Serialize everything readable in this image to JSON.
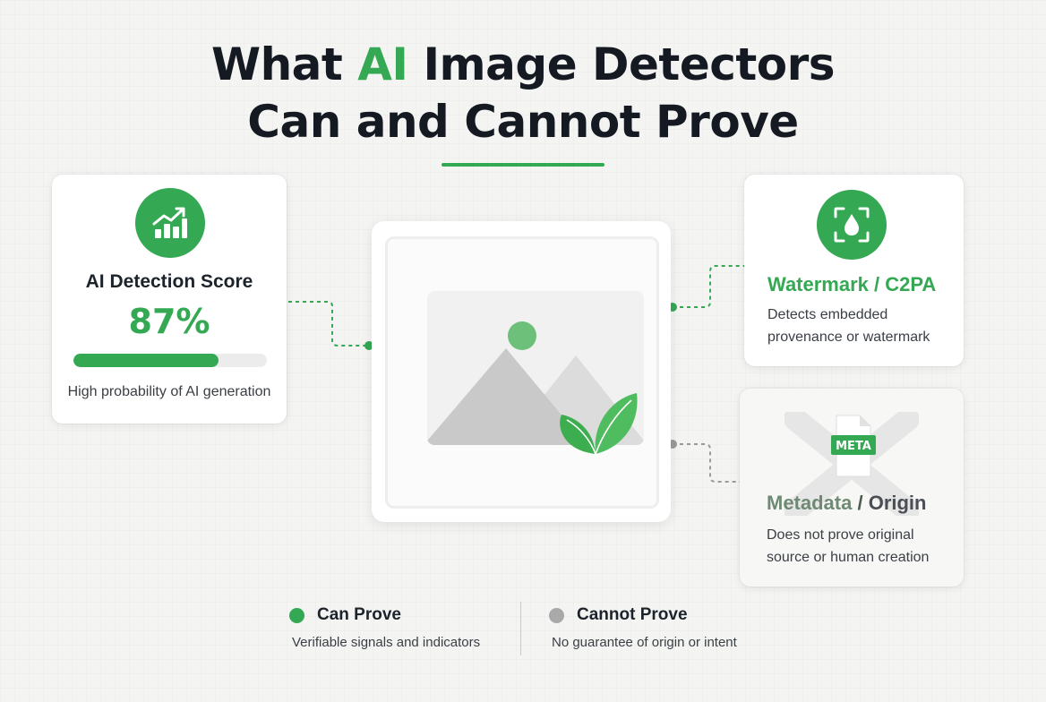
{
  "title": {
    "line1_before": "What ",
    "line1_accent": "AI",
    "line1_after": " Image Detectors",
    "line2": "Can and Cannot Prove"
  },
  "score_card": {
    "icon": "chart-growth-icon",
    "label": "AI Detection Score",
    "value": "87%",
    "progress_percent": 75,
    "caption": "High probability of AI generation"
  },
  "watermark_card": {
    "icon": "watermark-drop-icon",
    "heading": "Watermark / C2PA",
    "text": "Detects embedded provenance or watermark"
  },
  "metadata_card": {
    "icon": "meta-file-icon",
    "icon_label": "META",
    "heading_main": "Metadata",
    "heading_sep": " / ",
    "heading_tail": "Origin",
    "text": "Does not prove original source or human creation"
  },
  "center_image": {
    "icon": "image-placeholder-icon"
  },
  "legend": {
    "can": {
      "title": "Can Prove",
      "desc": "Verifiable signals and indicators",
      "color": "#34a853"
    },
    "cannot": {
      "title": "Cannot Prove",
      "desc": "No guarantee of origin or intent",
      "color": "#a9a9a9"
    }
  },
  "colors": {
    "accent": "#34a853",
    "muted": "#a9a9a9",
    "text": "#1d232b"
  }
}
